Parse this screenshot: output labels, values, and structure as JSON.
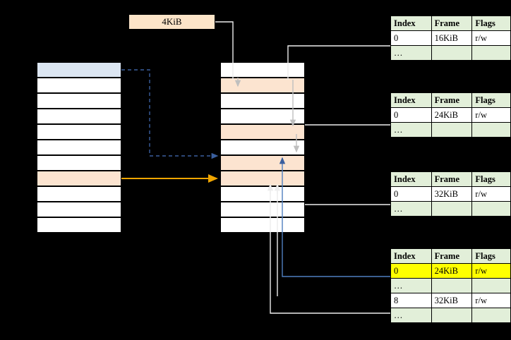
{
  "diagram": {
    "page_size_label": "4KiB",
    "left_table": {
      "rows": 11,
      "highlight_blue_row": 0,
      "highlight_peach_row": 7
    },
    "middle_table": {
      "rows": 11,
      "peach_rows": [
        1,
        4,
        6,
        7
      ]
    },
    "page_tables": [
      {
        "headers": [
          "Index",
          "Frame",
          "Flags"
        ],
        "rows": [
          {
            "index": "0",
            "frame": "16KiB",
            "flags": "r/w",
            "highlight": false
          },
          {
            "index": "…",
            "frame": "",
            "flags": "",
            "dots": true
          }
        ]
      },
      {
        "headers": [
          "Index",
          "Frame",
          "Flags"
        ],
        "rows": [
          {
            "index": "0",
            "frame": "24KiB",
            "flags": "r/w",
            "highlight": false
          },
          {
            "index": "…",
            "frame": "",
            "flags": "",
            "dots": true
          }
        ]
      },
      {
        "headers": [
          "Index",
          "Frame",
          "Flags"
        ],
        "rows": [
          {
            "index": "0",
            "frame": "32KiB",
            "flags": "r/w",
            "highlight": false
          },
          {
            "index": "…",
            "frame": "",
            "flags": "",
            "dots": true
          }
        ]
      },
      {
        "headers": [
          "Index",
          "Frame",
          "Flags"
        ],
        "rows": [
          {
            "index": "0",
            "frame": "24KiB",
            "flags": "r/w",
            "highlight": true
          },
          {
            "index": "…",
            "frame": "",
            "flags": "",
            "dots": true
          },
          {
            "index": "8",
            "frame": "32KiB",
            "flags": "r/w",
            "highlight": false
          },
          {
            "index": "…",
            "frame": "",
            "flags": "",
            "dots": true
          }
        ]
      }
    ],
    "colors": {
      "background": "#000000",
      "header_fill": "#e2efd9",
      "dots_fill": "#e2efd9",
      "blue_fill": "#dce6f2",
      "peach_fill": "#fce4d0",
      "label_fill": "#fce4c8",
      "highlight_yellow": "#ffff00",
      "orange_arrow": "#f0a500",
      "blue_arrow": "#4f7fbf",
      "gray_arrow": "#bfbfbf",
      "white_arrow": "#e8e8e8"
    }
  }
}
